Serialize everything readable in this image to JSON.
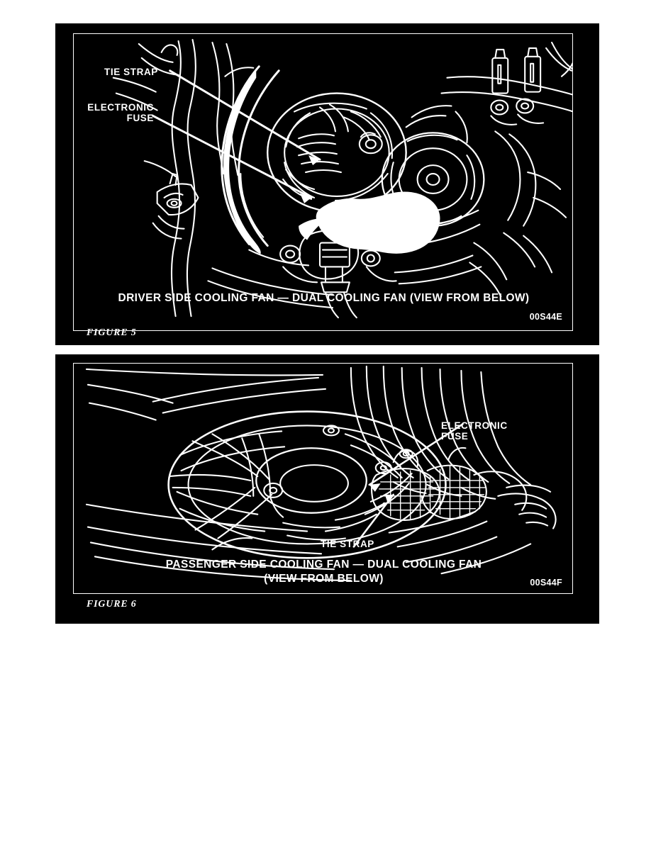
{
  "document": {
    "background_color": "#ffffff",
    "plate_color": "#000000",
    "line_color": "#ffffff"
  },
  "figures": [
    {
      "id": "figure-5",
      "figure_number": "FIGURE 5",
      "caption": "DRIVER SIDE COOLING FAN — DUAL COOLING FAN  (VIEW FROM BELOW)",
      "code": "00S44E",
      "callouts": [
        {
          "name": "tie-strap",
          "text": "TIE STRAP"
        },
        {
          "name": "electronic-fuse",
          "text": "ELECTRONIC\nFUSE"
        }
      ]
    },
    {
      "id": "figure-6",
      "figure_number": "FIGURE 6",
      "caption": "PASSENGER SIDE COOLING FAN — DUAL COOLING FAN\n(VIEW FROM BELOW)",
      "code": "00S44F",
      "callouts": [
        {
          "name": "electronic-fuse",
          "text": "ELECTRONIC\nFUSE"
        },
        {
          "name": "tie-strap",
          "text": "TIE STRAP"
        }
      ]
    }
  ]
}
